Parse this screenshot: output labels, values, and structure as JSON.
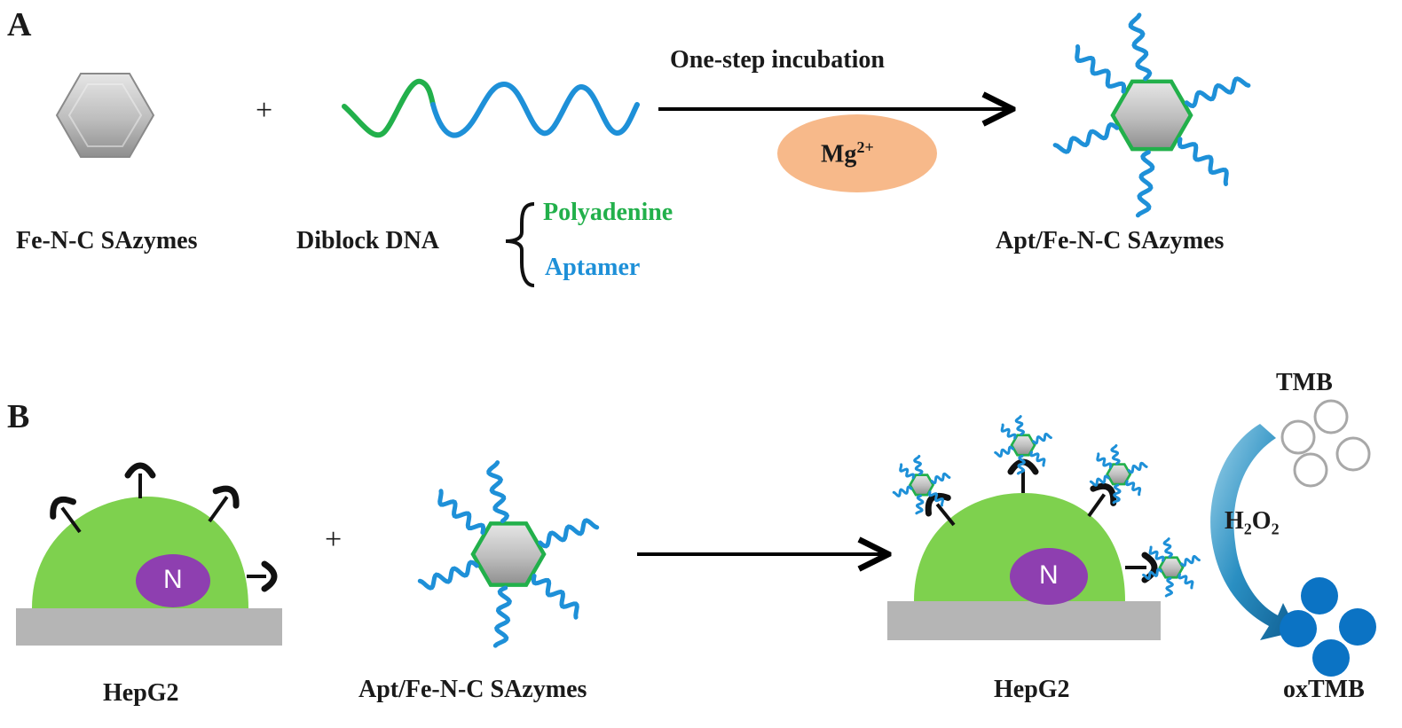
{
  "panels": {
    "a": "A",
    "b": "B"
  },
  "row_a": {
    "plus": "+",
    "step_label": "One-step  incubation",
    "ion_base": "Mg",
    "ion_sup": "2+",
    "sazyme_label": "Fe-N-C SAzymes",
    "dna_label": "Diblock DNA",
    "block_1": "Polyadenine",
    "block_2": "Aptamer",
    "product_label": "Apt/Fe-N-C SAzymes"
  },
  "row_b": {
    "cell_label_left": "HepG2",
    "nucleus": "N",
    "plus": "+",
    "probe_label": "Apt/Fe-N-C SAzymes",
    "cell_label_right": "HepG2",
    "substrate": "TMB",
    "oxidant_h": "H",
    "oxidant_sub1": "2",
    "oxidant_o": "O",
    "oxidant_sub2": "2",
    "product": "oxTMB"
  },
  "colors": {
    "polyadenine": "#22b04b",
    "aptamer": "#1e90d8",
    "cell": "#7ed14e",
    "nucleus": "#8e3fb0",
    "substrate_surface": "#b5b5b5",
    "mg_ellipse": "#f7b98a",
    "oxtmb": "#0b73c4",
    "curve_arrow": "#1b86b8"
  }
}
